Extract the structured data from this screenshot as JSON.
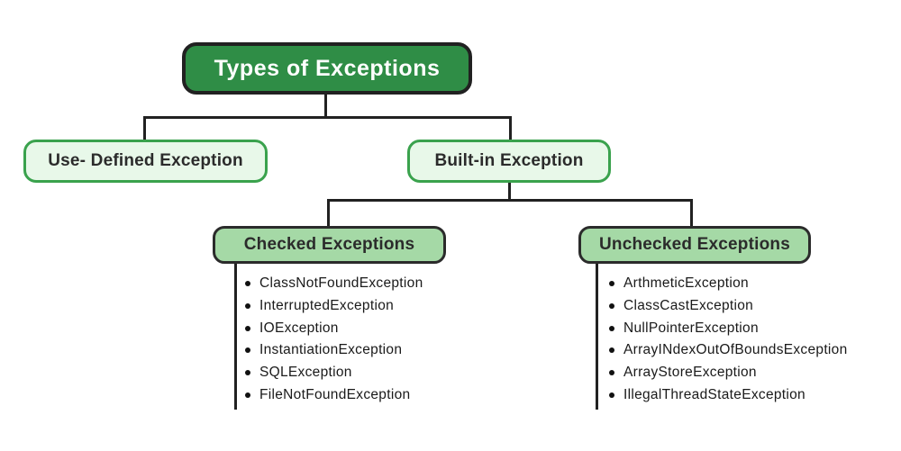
{
  "title": "Types of Exceptions",
  "root": {
    "label": "Types of Exceptions"
  },
  "level1": [
    {
      "label": "Use- Defined Exception"
    },
    {
      "label": "Built-in Exception"
    }
  ],
  "level2": [
    {
      "label": "Checked Exceptions",
      "items": [
        "ClassNotFoundException",
        "InterruptedException",
        "IOException",
        "InstantiationException",
        "SQLException",
        "FileNotFoundException"
      ]
    },
    {
      "label": "Unchecked Exceptions",
      "items": [
        "ArthmeticException",
        "ClassCastException",
        "NullPointerException",
        "ArrayINdexOutOfBoundsException",
        "ArrayStoreException",
        "IllegalThreadStateException"
      ]
    }
  ],
  "colors": {
    "root_fill": "#2f8d46",
    "root_text": "#ffffff",
    "light_fill": "#e8f8e9",
    "green_border": "#3aa24d",
    "mid_fill": "#a5d9a6",
    "dark_border": "#2b2b2b",
    "connector_line": "#212121",
    "bullet": "#111111",
    "background": "#ffffff"
  }
}
